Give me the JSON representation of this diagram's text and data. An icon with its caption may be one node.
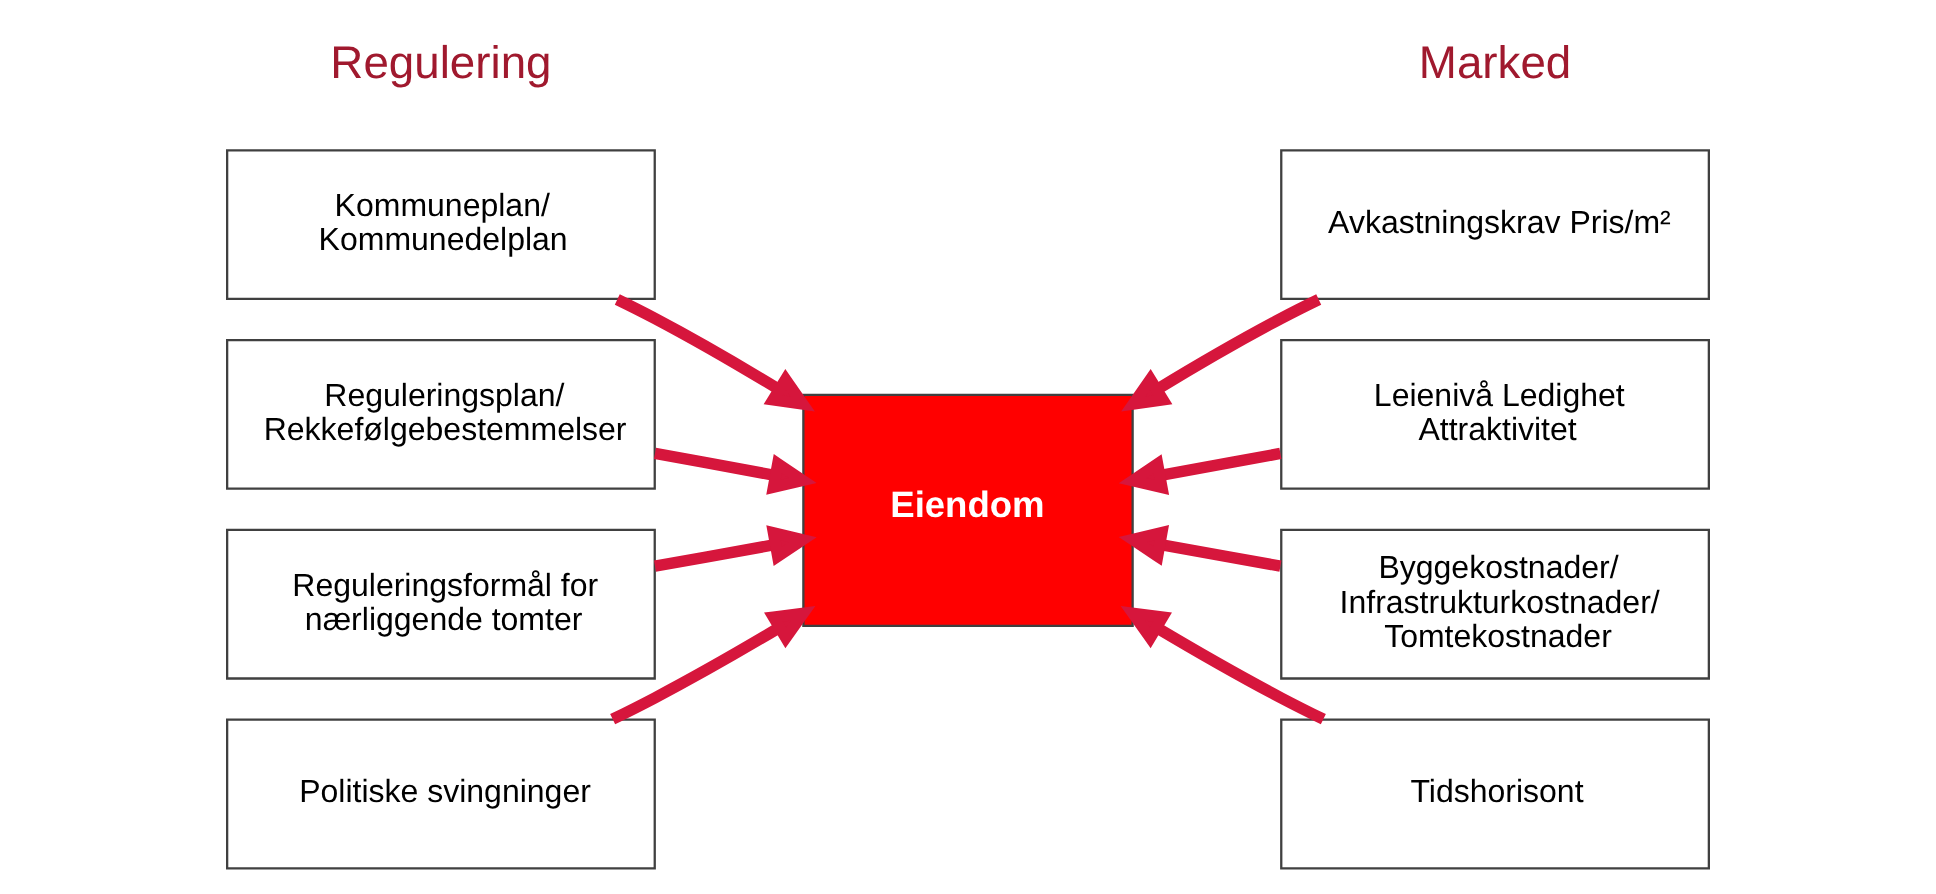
{
  "diagram": {
    "nodes": [
      {
        "text": [
          "Kommuneplan/ Kommunedelplan"
        ]
      },
      {
        "text": [
          "Reguleringsplan/ Rekkefølgebestemmelser"
        ]
      },
      {
        "text": [
          "Reguleringsformål for nærliggende tomter"
        ]
      },
      {
        "text": [
          "Politiske svingninger"
        ]
      },
      {
        "text": [
          "Eiendom"
        ]
      },
      {
        "text": [
          "Avkastningskrav Pris/m²"
        ]
      },
      {
        "text": [
          "Leienivå Ledighet Attraktivitet"
        ]
      },
      {
        "text": [
          "Byggekostnader/ Infrastrukturkostnader/ Tomtekostnader"
        ]
      },
      {
        "text": [
          "Tidshorisont"
        ]
      }
    ],
    "edges": [
      {
        "from": 0,
        "to": 4,
        "arrow": "to"
      },
      {
        "from": 1,
        "to": 4,
        "arrow": "to"
      },
      {
        "from": 2,
        "to": 4,
        "arrow": "to"
      },
      {
        "from": 3,
        "to": 4,
        "arrow": "to"
      },
      {
        "from": 5,
        "to": 4,
        "arrow": "to"
      },
      {
        "from": 6,
        "to": 4,
        "arrow": "to"
      },
      {
        "from": 7,
        "to": 4,
        "arrow": "to"
      },
      {
        "from": 8,
        "to": 4,
        "arrow": "to"
      }
    ],
    "labels": [
      "Regulering",
      "Marked"
    ]
  }
}
